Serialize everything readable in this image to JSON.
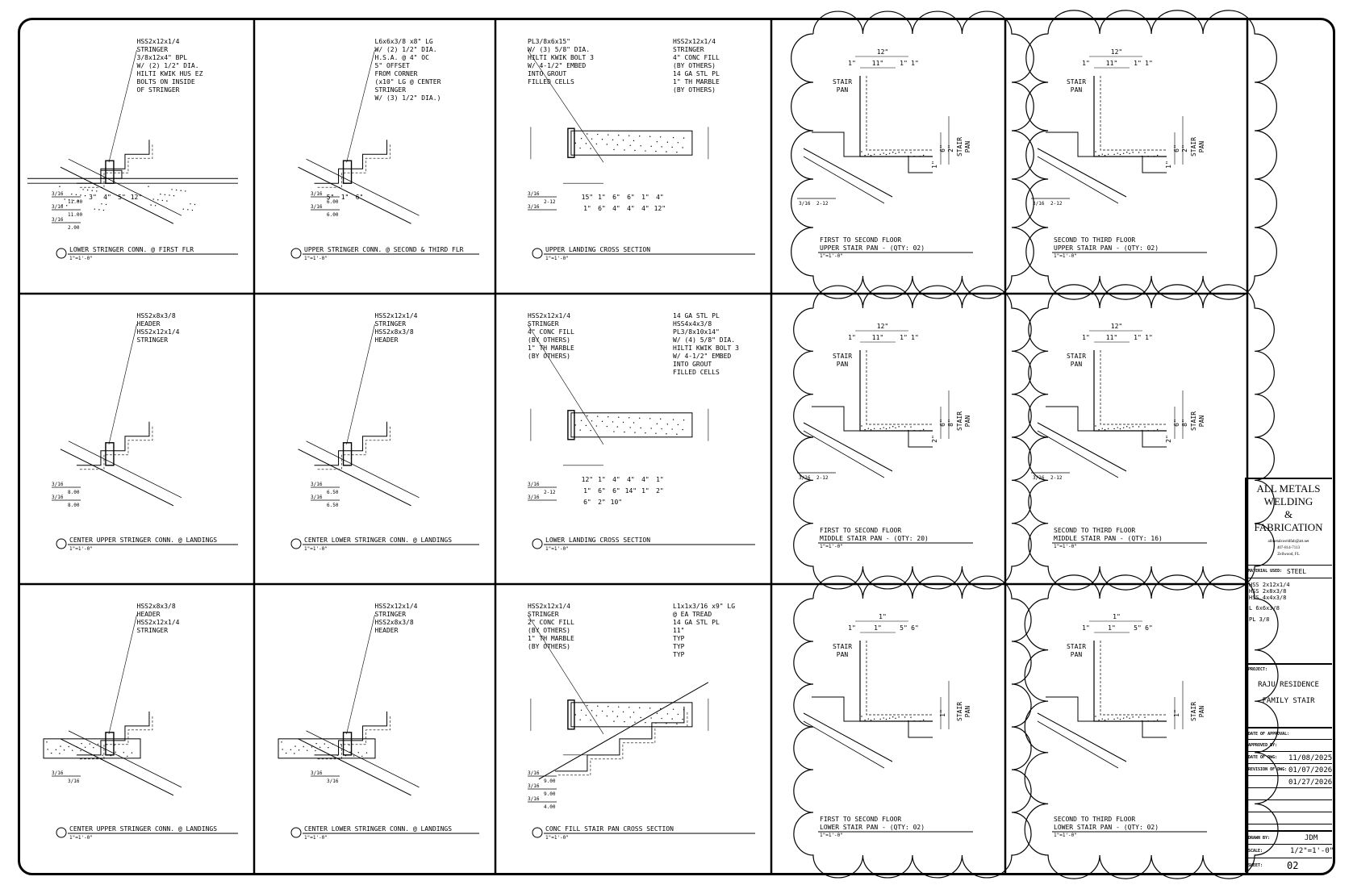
{
  "details": [
    {
      "title": "LOWER STRINGER CONN. @ FIRST FLR",
      "scale": "1\"=1'-0\"",
      "notes": [
        "HSS2x12x1/4",
        "STRINGER",
        "3/8x12x4\" BPL",
        "W/ (2) 1/2\" DIA.",
        "HILTI KWIK HUS EZ",
        "BOLTS ON INSIDE",
        "OF STRINGER"
      ],
      "welds": [
        "3/16",
        "11.00",
        "3/16",
        "11.00",
        "3/16",
        "2.00"
      ],
      "dims": [
        "3\"",
        "4\"",
        "5\"",
        "12\""
      ]
    },
    {
      "title": "UPPER STRINGER CONN. @ SECOND & THIRD FLR",
      "scale": "1\"=1'-0\"",
      "notes": [
        "L6x6x3/8 x8\" LG",
        "W/ (2) 1/2\" DIA.",
        "H.S.A. @ 4\" OC",
        "5\" OFFSET",
        "FROM CORNER",
        "(x10\" LG @ CENTER",
        "STRINGER",
        "W/ (3) 1/2\" DIA.)"
      ],
      "welds": [
        "3/16",
        "6.00",
        "3/16",
        "6.00"
      ],
      "dims": [
        "5\"",
        "1\"",
        "6\""
      ]
    },
    {
      "title": "UPPER LANDING CROSS SECTION",
      "scale": "1\"=1'-0\"",
      "notes": [
        "PL3/8x6x15\"",
        "W/ (3) 5/8\" DIA.",
        "HILTI KWIK BOLT 3",
        "W/ 4-1/2\" EMBED",
        "INTO GROUT",
        "FILLED CELLS",
        "HSS2x12x1/4",
        "STRINGER",
        "4\" CONC FILL",
        "(BY OTHERS)",
        "14 GA STL PL",
        "1\" TH MARBLE",
        "(BY OTHERS)"
      ],
      "welds": [
        "3/16",
        "2-12",
        "3/16"
      ],
      "dims": [
        "15\"",
        "1\"",
        "6\"",
        "6\"",
        "1\"",
        "4\"",
        "1\"",
        "6\"",
        "4\"",
        "4\"",
        "4\"",
        "12\""
      ]
    },
    {
      "title": "FIRST TO SECOND FLOOR",
      "subtitle": "UPPER STAIR PAN  -  (QTY: 02)",
      "scale": "1\"=1'-0\"",
      "labels": [
        "STAIR",
        "PAN",
        "STAIR",
        "PAN"
      ],
      "welds": [
        "3/16",
        "2-12"
      ],
      "dims": [
        "12\"",
        "11\"",
        "1\"",
        "1\"",
        "1\"",
        "6\"",
        "2\"",
        "1\""
      ]
    },
    {
      "title": "SECOND TO THIRD FLOOR",
      "subtitle": "UPPER STAIR PAN  -  (QTY: 02)",
      "scale": "1\"=1'-0\"",
      "labels": [
        "STAIR",
        "PAN",
        "STAIR",
        "PAN"
      ],
      "welds": [
        "3/16",
        "2-12"
      ],
      "dims": [
        "12\"",
        "11\"",
        "1\"",
        "1\"",
        "1\"",
        "6\"",
        "2\"",
        "1\""
      ]
    },
    {
      "title": "CENTER UPPER STRINGER CONN. @ LANDINGS",
      "scale": "1\"=1'-0\"",
      "notes": [
        "HSS2x8x3/8",
        "HEADER",
        "HSS2x12x1/4",
        "STRINGER"
      ],
      "welds": [
        "3/16",
        "8.00",
        "3/16",
        "8.00"
      ]
    },
    {
      "title": "CENTER LOWER STRINGER CONN. @ LANDINGS",
      "scale": "1\"=1'-0\"",
      "notes": [
        "HSS2x12x1/4",
        "STRINGER",
        "HSS2x8x3/8",
        "HEADER"
      ],
      "welds": [
        "3/16",
        "6.50",
        "3/16",
        "6.50"
      ]
    },
    {
      "title": "LOWER LANDING CROSS SECTION",
      "scale": "1\"=1'-0\"",
      "notes": [
        "HSS2x12x1/4",
        "STRINGER",
        "4\" CONC FILL",
        "(BY OTHERS)",
        "1\" TH MARBLE",
        "(BY OTHERS)",
        "14 GA STL PL",
        "HSS4x4x3/8",
        "PL3/8x10x14\"",
        "W/ (4) 5/8\" DIA.",
        "HILTI KWIK BOLT 3",
        "W/ 4-1/2\" EMBED",
        "INTO GROUT",
        "FILLED CELLS"
      ],
      "welds": [
        "3/16",
        "2-12",
        "3/16"
      ],
      "dims": [
        "12\"",
        "1\"",
        "4\"",
        "4\"",
        "4\"",
        "1\"",
        "1\"",
        "6\"",
        "6\"",
        "14\"",
        "1\"",
        "2\"",
        "6\"",
        "2\"",
        "10\""
      ]
    },
    {
      "title": "FIRST TO SECOND FLOOR",
      "subtitle": "MIDDLE STAIR PAN  -  (QTY: 20)",
      "scale": "1\"=1'-0\"",
      "labels": [
        "STAIR",
        "PAN",
        "STAIR",
        "PAN"
      ],
      "welds": [
        "3/16",
        "2-12"
      ],
      "dims": [
        "12\"",
        "11\"",
        "1\"",
        "1\"",
        "1\"",
        "6\"",
        "8\"",
        "2\""
      ]
    },
    {
      "title": "SECOND TO THIRD FLOOR",
      "subtitle": "MIDDLE STAIR PAN  -  (QTY: 16)",
      "scale": "1\"=1'-0\"",
      "labels": [
        "STAIR",
        "PAN",
        "STAIR",
        "PAN"
      ],
      "welds": [
        "3/16",
        "2-12"
      ],
      "dims": [
        "12\"",
        "11\"",
        "1\"",
        "1\"",
        "1\"",
        "6\"",
        "8\"",
        "2\""
      ]
    },
    {
      "title": "CENTER UPPER STRINGER CONN. @ LANDINGS",
      "scale": "1\"=1'-0\"",
      "notes": [
        "HSS2x8x3/8",
        "HEADER",
        "HSS2x12x1/4",
        "STRINGER"
      ],
      "welds": [
        "3/16",
        "3/16"
      ]
    },
    {
      "title": "CENTER LOWER STRINGER CONN. @ LANDINGS",
      "scale": "1\"=1'-0\"",
      "notes": [
        "HSS2x12x1/4",
        "STRINGER",
        "HSS2x8x3/8",
        "HEADER"
      ],
      "welds": [
        "3/16",
        "3/16"
      ]
    },
    {
      "title": "CONC FILL STAIR PAN CROSS SECTION",
      "scale": "1\"=1'-0\"",
      "notes": [
        "HSS2x12x1/4",
        "STRINGER",
        "2\" CONC FILL",
        "(BY OTHERS)",
        "1\" TH MARBLE",
        "(BY OTHERS)",
        "L1x1x3/16 x9\" LG",
        "@ EA TREAD",
        "14 GA STL PL",
        "11\"",
        "TYP",
        "TYP",
        "TYP"
      ],
      "welds": [
        "3/16",
        "9.00",
        "3/16",
        "9.00",
        "3/16",
        "4.00"
      ]
    },
    {
      "title": "FIRST TO SECOND FLOOR",
      "subtitle": "LOWER STAIR PAN  -  (QTY: 02)",
      "scale": "1\"=1'-0\"",
      "labels": [
        "STAIR",
        "PAN",
        "STAIR",
        "PAN"
      ],
      "dims": [
        "1\"",
        "1\"",
        "1\"",
        "5\"",
        "6\"",
        "1\""
      ]
    },
    {
      "title": "SECOND TO THIRD FLOOR",
      "subtitle": "LOWER STAIR PAN  -  (QTY: 02)",
      "scale": "1\"=1'-0\"",
      "labels": [
        "STAIR",
        "PAN",
        "STAIR",
        "PAN"
      ],
      "dims": [
        "1\"",
        "1\"",
        "1\"",
        "5\"",
        "6\"",
        "1\""
      ]
    }
  ],
  "titleblock": {
    "company": [
      "ALL METALS",
      "WELDING",
      "&",
      "FABRICATION"
    ],
    "contact": [
      "allmetalsweldfab@att.net",
      "407-814-7113",
      "Zellwood, FL"
    ],
    "material_label": "MATERIAL USED:",
    "material_value": "STEEL",
    "materials": [
      "HSS 2x12x1/4",
      "HSS 2x8x3/8",
      "HSS 4x4x3/8",
      "L 6x6x3/8",
      "PL 3/8"
    ],
    "project_label": "PROJECT:",
    "project": [
      "RAJU RESIDENCE",
      "FAMILY STAIR"
    ],
    "date_approval_label": "DATE OF APPROVAL:",
    "approved_label": "APPROVED BY:",
    "date_dwg_label": "DATE OF DWG:",
    "date_dwg": "11/08/2025",
    "revision_label": "REVISION OF DWG:",
    "revisions": [
      "01/07/2026",
      "01/27/2026"
    ],
    "drawn_label": "DRAWN BY:",
    "drawn": "JDM",
    "scale_label": "SCALE:",
    "scale": "1/2\"=1'-0\"",
    "sheet_label": "SHEET:",
    "sheet": "02"
  }
}
